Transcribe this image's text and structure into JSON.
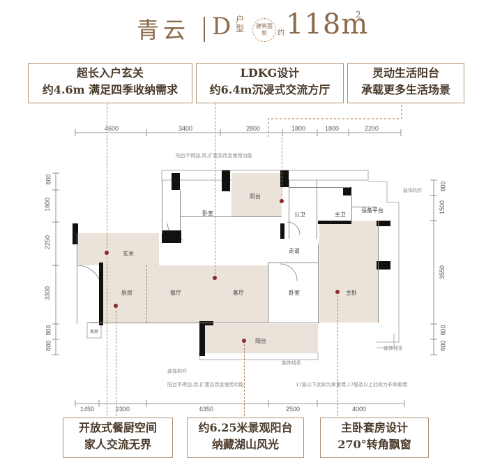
{
  "title": {
    "name": "青云",
    "type_letter": "D",
    "type_label": "户型",
    "badge": "建筑面积",
    "about": "约",
    "area": "118m",
    "area_sup": "2"
  },
  "callouts_top": [
    {
      "line1": "超长入户玄关",
      "line2": "约4.6m 满足四季收纳需求"
    },
    {
      "line1": "LDKG设计",
      "line2": "约6.4m沉浸式交流方厅"
    },
    {
      "line1": "灵动生活阳台",
      "line2": "承载更多生活场景"
    }
  ],
  "callouts_bottom": [
    {
      "line1": "开放式餐厨空间",
      "line2": "家人交流无界"
    },
    {
      "line1": "约6.25米景观阳台",
      "line2": "纳藏湖山风光"
    },
    {
      "line1": "主卧套房设计",
      "line2": "270°转角飘窗"
    }
  ],
  "dims_top": [
    "4600",
    "3400",
    "2800",
    "1800",
    "1800",
    "2200"
  ],
  "dims_bottom": [
    "1450",
    "2300",
    "6350",
    "2500",
    "4000"
  ],
  "dims_left": [
    "800",
    "1800",
    "2250",
    "3300",
    "800",
    "800"
  ],
  "dims_right": [
    "800",
    "1500",
    "3550",
    "800",
    "800"
  ],
  "rooms": {
    "bedroom2": "卧室",
    "balcony_top": "阳台",
    "public_bath": "公卫",
    "master_bath": "主卫",
    "equipment": "设备平台",
    "foyer": "玄关",
    "corridor": "走道",
    "kitchen": "厨房",
    "dining": "餐厅",
    "living": "客厅",
    "bedroom3": "卧室",
    "master_bedroom": "主卧",
    "balcony_bottom": "阳台",
    "shaft": "风井"
  },
  "notes": {
    "top_balcony": "阳台不得加,改,扩建及改变使用功能",
    "deco_right_top": "装饰构件",
    "deco_right_bottom": "装饰线条",
    "deco_left": "装饰构件",
    "deco_line": "装饰线条",
    "bottom_balcony": "阳台不得加,改,扩建及改变使用功能",
    "floor_note": "17层以下此段为承重墙,17层及以上此段为非承重墙"
  },
  "colors": {
    "accent": "#8b6a49",
    "room_fill": "#ebe3d9",
    "marker": "#8a2a2a"
  }
}
